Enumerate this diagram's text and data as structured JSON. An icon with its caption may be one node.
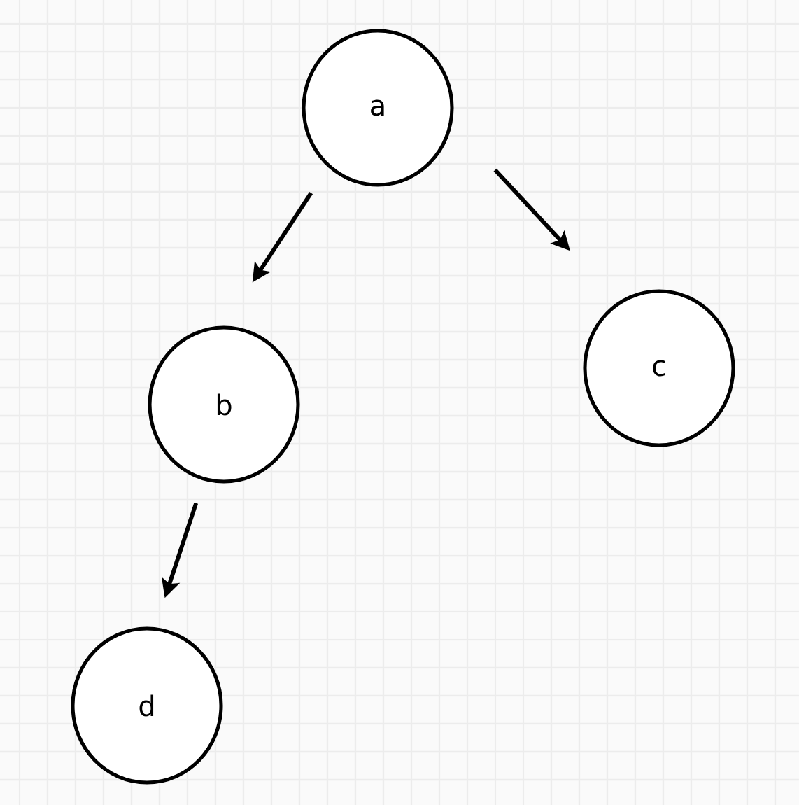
{
  "diagram": {
    "nodes": [
      {
        "text": [
          "a"
        ]
      },
      {
        "text": [
          "b"
        ]
      },
      {
        "text": [
          "c"
        ]
      },
      {
        "text": [
          "d"
        ]
      }
    ],
    "edges": [
      {
        "from": 0,
        "to": 1,
        "arrow": "to"
      },
      {
        "from": 0,
        "to": 2,
        "arrow": "to"
      },
      {
        "from": 1,
        "to": 3,
        "arrow": "to"
      }
    ]
  }
}
